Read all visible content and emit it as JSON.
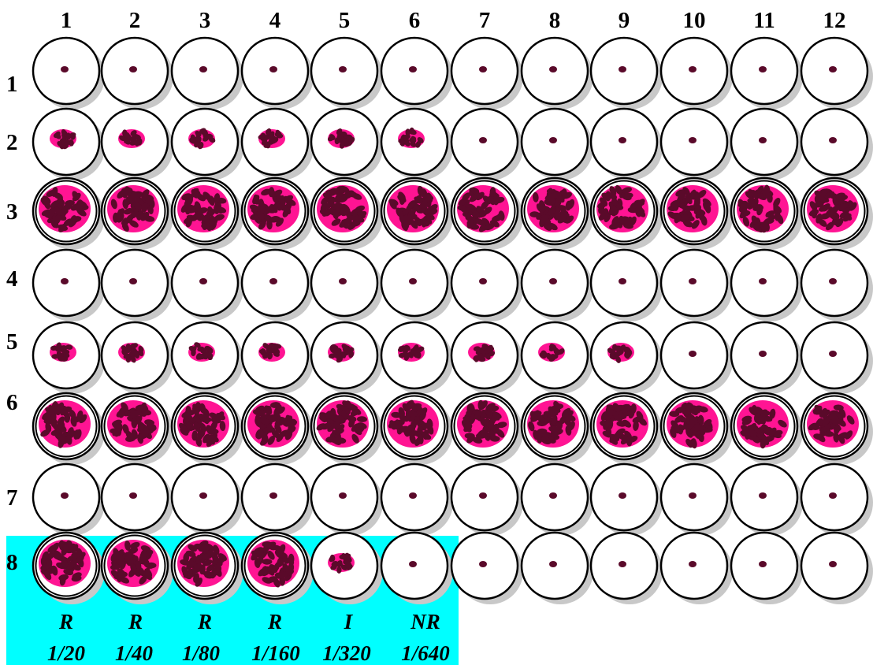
{
  "plate": {
    "column_labels": [
      "1",
      "2",
      "3",
      "4",
      "5",
      "6",
      "7",
      "8",
      "9",
      "10",
      "11",
      "12"
    ],
    "row_labels": [
      "1",
      "2",
      "3",
      "4",
      "5",
      "6",
      "7",
      "8"
    ],
    "rows": [
      [
        "dot",
        "dot",
        "dot",
        "dot",
        "dot",
        "dot",
        "dot",
        "dot",
        "dot",
        "dot",
        "dot",
        "dot"
      ],
      [
        "small",
        "small",
        "small",
        "small",
        "small",
        "small",
        "dot",
        "dot",
        "dot",
        "dot",
        "dot",
        "dot"
      ],
      [
        "large",
        "large",
        "large",
        "large",
        "large",
        "large",
        "large",
        "large",
        "large",
        "large",
        "large",
        "large"
      ],
      [
        "dot",
        "dot",
        "dot",
        "dot",
        "dot",
        "dot",
        "dot",
        "dot",
        "dot",
        "dot",
        "dot",
        "dot"
      ],
      [
        "small",
        "small",
        "small",
        "small",
        "small",
        "small",
        "small",
        "small",
        "small",
        "dot",
        "dot",
        "dot"
      ],
      [
        "large",
        "large",
        "large",
        "large",
        "large",
        "large",
        "large",
        "large",
        "large",
        "large",
        "large",
        "large"
      ],
      [
        "dot",
        "dot",
        "dot",
        "dot",
        "dot",
        "dot",
        "dot",
        "dot",
        "dot",
        "dot",
        "dot",
        "dot"
      ],
      [
        "large",
        "large",
        "large",
        "large",
        "small",
        "dot",
        "dot",
        "dot",
        "dot",
        "dot",
        "dot",
        "dot"
      ]
    ],
    "well_results": [
      "R",
      "R",
      "R",
      "R",
      "I",
      "NR"
    ],
    "dilutions": [
      "1/20",
      "1/40",
      "1/80",
      "1/160",
      "1/320",
      "1/640"
    ]
  },
  "colors": {
    "highlight": "#00ffff",
    "pellet": "#5a0a2a",
    "agglutination": "#ff1493",
    "shadow": "#c8c8c8",
    "well_outline": "#000000"
  }
}
